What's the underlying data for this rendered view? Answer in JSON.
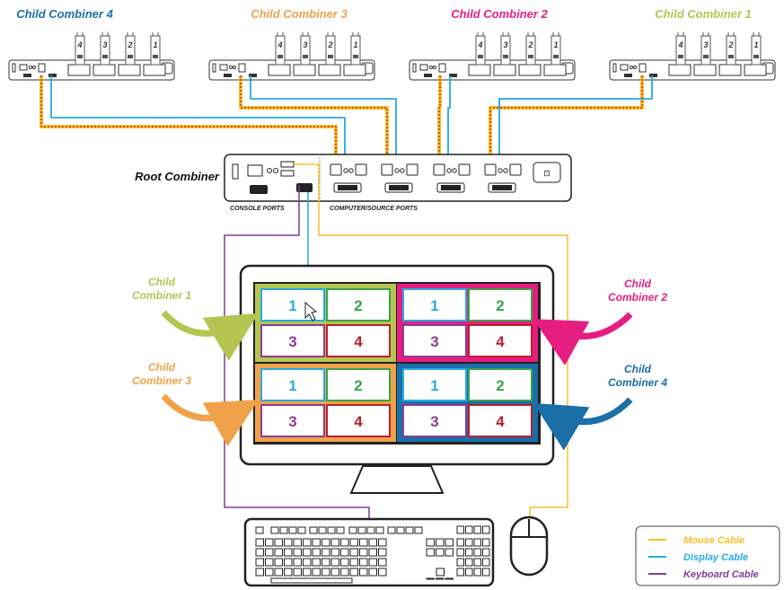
{
  "colors": {
    "mouse": "#f7c02a",
    "display": "#27a9e1",
    "keyboard": "#7b3f98",
    "cc1": "#b5c552",
    "cc2": "#e71e82",
    "cc3": "#f0a24a",
    "cc4": "#1a6fa8",
    "q1": "#27a9e1",
    "q2": "#3aa346",
    "q3": "#8e3b94",
    "q4": "#b8202f"
  },
  "top_labels": {
    "cc4": "Child Combiner 4",
    "cc3": "Child Combiner 3",
    "cc2": "Child Combiner 2",
    "cc1": "Child Combiner 1"
  },
  "port_numbers": [
    "4",
    "3",
    "2",
    "1"
  ],
  "root": {
    "label": "Root Combiner",
    "console_ports": "CONSOLE PORTS",
    "computer_ports": "COMPUTER/SOURCE PORTS"
  },
  "side_labels": {
    "cc1": [
      "Child",
      "Combiner 1"
    ],
    "cc2": [
      "Child",
      "Combiner 2"
    ],
    "cc3": [
      "Child",
      "Combiner 3"
    ],
    "cc4": [
      "Child",
      "Combiner 4"
    ]
  },
  "quadrant_numbers": [
    "1",
    "2",
    "3",
    "4"
  ],
  "legend": {
    "mouse": "Mouse Cable",
    "display": "Display Cable",
    "keyboard": "Keyboard Cable"
  }
}
